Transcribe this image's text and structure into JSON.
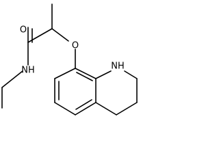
{
  "molecule": {
    "atoms": {
      "oxygen_carbonyl": "O",
      "amide_nitrogen": "NH",
      "ether_oxygen": "O",
      "ring_nitrogen": "NH"
    }
  }
}
